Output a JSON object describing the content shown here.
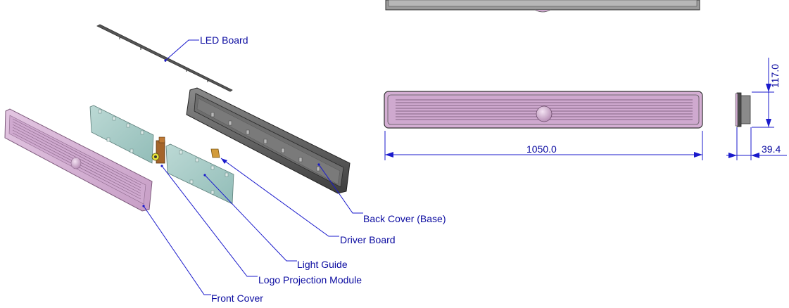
{
  "labels": {
    "led_board": "LED Board",
    "back_cover": "Back Cover (Base)",
    "driver_board": "Driver Board",
    "light_guide": "Light Guide",
    "logo_module": "Logo Projection Module",
    "front_cover": "Front Cover"
  },
  "dimensions": {
    "length": "1050.0",
    "height": "117.0",
    "depth": "39.4"
  },
  "colors": {
    "front_cover": "#d7b2d6",
    "light_guide": "#a9ccc8",
    "back_cover": "#5a5a5a",
    "led_board": "#444444",
    "driver_board": "#d29b3a",
    "logo_module": "#a5642a",
    "leader_line": "#1a1acc",
    "label_text": "#0a0aa0"
  }
}
